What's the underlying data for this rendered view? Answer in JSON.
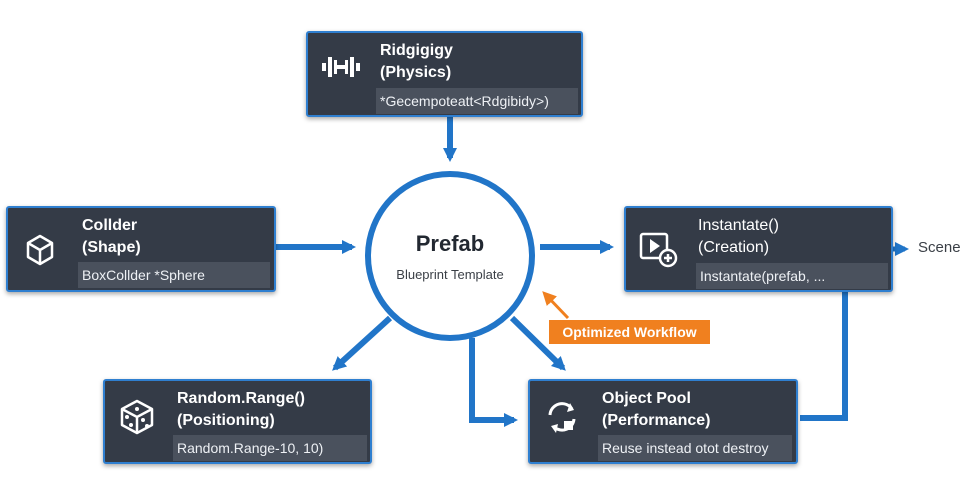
{
  "hub": {
    "title": "Prefab",
    "subtitle": "Blueprint Template"
  },
  "nodes": {
    "rigidbody": {
      "line1": "Ridgigigy",
      "line2": "(Physics)",
      "code": "*Gecempoteatt<Rdgibidy>)",
      "icon": "dumbbell-icon"
    },
    "collider": {
      "line1": "Collder",
      "line2": "(Shape)",
      "code": "BoxCollder  *Sphere",
      "icon": "cube-icon"
    },
    "instantiate": {
      "line1": "Instantate()",
      "line2": "(Creation)",
      "code": "Instantate(prefab, ...",
      "icon": "play-add-icon"
    },
    "random": {
      "line1": "Random.Range()",
      "line2": "(Positioning)",
      "code": "Random.Range-10, 10)",
      "icon": "dice-icon"
    },
    "pool": {
      "line1": "Object Pool",
      "line2": "(Performance)",
      "code": "Reuse instead otot destroy",
      "icon": "recycle-icon"
    }
  },
  "callout": "Optimized Workflow",
  "scene_label": "Scene",
  "colors": {
    "accent": "#2175c8",
    "card_bg": "#343b47",
    "code_bg": "#4a515d",
    "callout": "#f0801f"
  }
}
